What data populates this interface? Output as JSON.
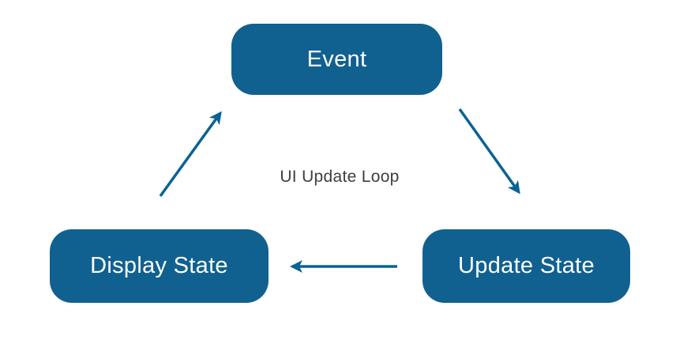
{
  "diagram": {
    "center_label": "UI Update Loop",
    "nodes": [
      {
        "id": "event",
        "label": "Event"
      },
      {
        "id": "display-state",
        "label": "Display State"
      },
      {
        "id": "update-state",
        "label": "Update State"
      }
    ],
    "edges": [
      {
        "from": "event",
        "to": "update-state"
      },
      {
        "from": "update-state",
        "to": "display-state"
      },
      {
        "from": "display-state",
        "to": "event"
      }
    ],
    "colors": {
      "node_fill": "#116190",
      "node_text": "#ffffff",
      "arrow": "#0a6394",
      "center_label_text": "#3c4043",
      "background": "#ffffff"
    }
  }
}
